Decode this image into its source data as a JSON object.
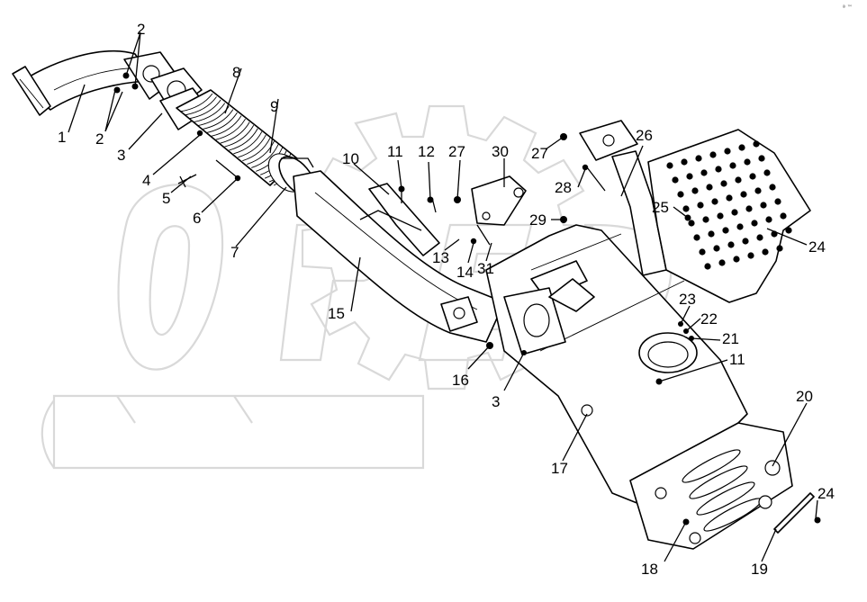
{
  "corner_mark": "ª ™",
  "callouts": [
    {
      "id": "c1",
      "text": "1"
    },
    {
      "id": "c2a",
      "text": "2"
    },
    {
      "id": "c2b",
      "text": "2"
    },
    {
      "id": "c3a",
      "text": "3"
    },
    {
      "id": "c3b",
      "text": "3"
    },
    {
      "id": "c4",
      "text": "4"
    },
    {
      "id": "c5",
      "text": "5"
    },
    {
      "id": "c6",
      "text": "6"
    },
    {
      "id": "c7",
      "text": "7"
    },
    {
      "id": "c8",
      "text": "8"
    },
    {
      "id": "c9",
      "text": "9"
    },
    {
      "id": "c10",
      "text": "10"
    },
    {
      "id": "c11a",
      "text": "11"
    },
    {
      "id": "c11b",
      "text": "11"
    },
    {
      "id": "c12",
      "text": "12"
    },
    {
      "id": "c13",
      "text": "13"
    },
    {
      "id": "c14",
      "text": "14"
    },
    {
      "id": "c15",
      "text": "15"
    },
    {
      "id": "c16",
      "text": "16"
    },
    {
      "id": "c17",
      "text": "17"
    },
    {
      "id": "c18",
      "text": "18"
    },
    {
      "id": "c19",
      "text": "19"
    },
    {
      "id": "c20",
      "text": "20"
    },
    {
      "id": "c21",
      "text": "21"
    },
    {
      "id": "c22",
      "text": "22"
    },
    {
      "id": "c23",
      "text": "23"
    },
    {
      "id": "c24a",
      "text": "24"
    },
    {
      "id": "c24b",
      "text": "24"
    },
    {
      "id": "c25",
      "text": "25"
    },
    {
      "id": "c26",
      "text": "26"
    },
    {
      "id": "c27a",
      "text": "27"
    },
    {
      "id": "c27b",
      "text": "27"
    },
    {
      "id": "c28",
      "text": "28"
    },
    {
      "id": "c29",
      "text": "29"
    },
    {
      "id": "c30",
      "text": "30"
    },
    {
      "id": "c31",
      "text": "31"
    }
  ]
}
